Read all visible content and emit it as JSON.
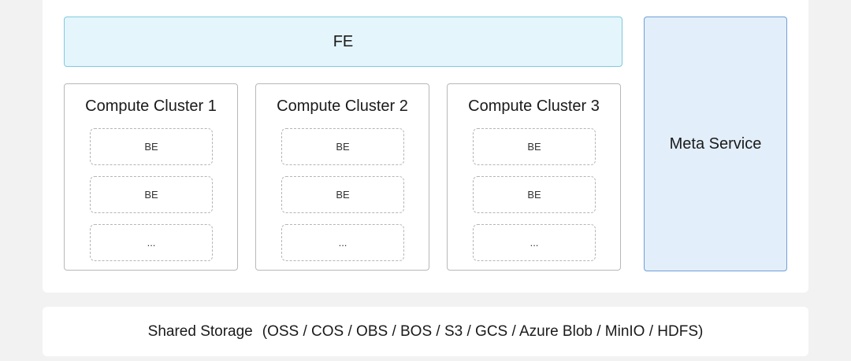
{
  "fe": {
    "label": "FE"
  },
  "meta_service": {
    "label": "Meta Service"
  },
  "clusters": [
    {
      "title": "Compute Cluster 1",
      "nodes": [
        "BE",
        "BE",
        "..."
      ]
    },
    {
      "title": "Compute Cluster 2",
      "nodes": [
        "BE",
        "BE",
        "..."
      ]
    },
    {
      "title": "Compute Cluster 3",
      "nodes": [
        "BE",
        "BE",
        "..."
      ]
    }
  ],
  "shared_storage": {
    "label": "Shared Storage",
    "backends": "(OSS / COS / OBS / BOS / S3 / GCS / Azure Blob / MinIO / HDFS)"
  }
}
